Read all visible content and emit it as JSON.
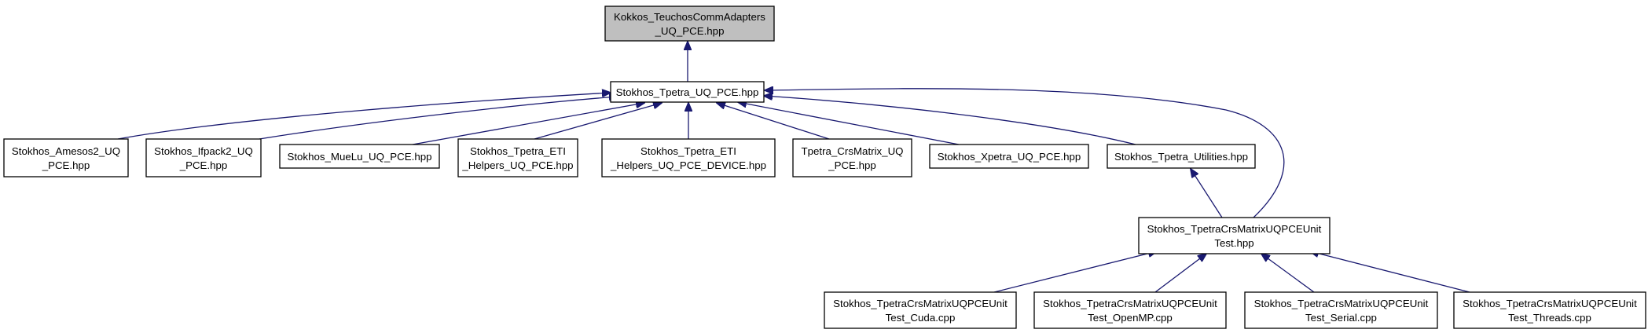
{
  "diagram": {
    "type": "include-dependency-graph",
    "colors": {
      "edge": "#191970",
      "root_fill": "#bfbfbf",
      "node_fill": "#ffffff",
      "node_border": "#000000"
    },
    "nodes": [
      {
        "id": "root",
        "lines": [
          "Kokkos_TeuchosCommAdapters",
          "_UQ_PCE.hpp"
        ],
        "highlight": true
      },
      {
        "id": "tpetra_uq_pce",
        "lines": [
          "Stokhos_Tpetra_UQ_PCE.hpp"
        ]
      },
      {
        "id": "amesos2",
        "lines": [
          "Stokhos_Amesos2_UQ",
          "_PCE.hpp"
        ]
      },
      {
        "id": "ifpack2",
        "lines": [
          "Stokhos_Ifpack2_UQ",
          "_PCE.hpp"
        ]
      },
      {
        "id": "muelu",
        "lines": [
          "Stokhos_MueLu_UQ_PCE.hpp"
        ]
      },
      {
        "id": "eti_helpers",
        "lines": [
          "Stokhos_Tpetra_ETI",
          "_Helpers_UQ_PCE.hpp"
        ]
      },
      {
        "id": "eti_helpers_device",
        "lines": [
          "Stokhos_Tpetra_ETI",
          "_Helpers_UQ_PCE_DEVICE.hpp"
        ]
      },
      {
        "id": "crsmatrix_uq",
        "lines": [
          "Tpetra_CrsMatrix_UQ",
          "_PCE.hpp"
        ]
      },
      {
        "id": "xpetra",
        "lines": [
          "Stokhos_Xpetra_UQ_PCE.hpp"
        ]
      },
      {
        "id": "utilities",
        "lines": [
          "Stokhos_Tpetra_Utilities.hpp"
        ]
      },
      {
        "id": "unittest",
        "lines": [
          "Stokhos_TpetraCrsMatrixUQPCEUnit",
          "Test.hpp"
        ]
      },
      {
        "id": "cuda",
        "lines": [
          "Stokhos_TpetraCrsMatrixUQPCEUnit",
          "Test_Cuda.cpp"
        ]
      },
      {
        "id": "openmp",
        "lines": [
          "Stokhos_TpetraCrsMatrixUQPCEUnit",
          "Test_OpenMP.cpp"
        ]
      },
      {
        "id": "serial",
        "lines": [
          "Stokhos_TpetraCrsMatrixUQPCEUnit",
          "Test_Serial.cpp"
        ]
      },
      {
        "id": "threads",
        "lines": [
          "Stokhos_TpetraCrsMatrixUQPCEUnit",
          "Test_Threads.cpp"
        ]
      }
    ],
    "edges": [
      {
        "from": "tpetra_uq_pce",
        "to": "root"
      },
      {
        "from": "amesos2",
        "to": "tpetra_uq_pce"
      },
      {
        "from": "ifpack2",
        "to": "tpetra_uq_pce"
      },
      {
        "from": "muelu",
        "to": "tpetra_uq_pce"
      },
      {
        "from": "eti_helpers",
        "to": "tpetra_uq_pce"
      },
      {
        "from": "eti_helpers_device",
        "to": "tpetra_uq_pce"
      },
      {
        "from": "crsmatrix_uq",
        "to": "tpetra_uq_pce"
      },
      {
        "from": "xpetra",
        "to": "tpetra_uq_pce"
      },
      {
        "from": "utilities",
        "to": "tpetra_uq_pce"
      },
      {
        "from": "unittest",
        "to": "tpetra_uq_pce"
      },
      {
        "from": "unittest",
        "to": "utilities"
      },
      {
        "from": "cuda",
        "to": "unittest"
      },
      {
        "from": "openmp",
        "to": "unittest"
      },
      {
        "from": "serial",
        "to": "unittest"
      },
      {
        "from": "threads",
        "to": "unittest"
      }
    ]
  }
}
